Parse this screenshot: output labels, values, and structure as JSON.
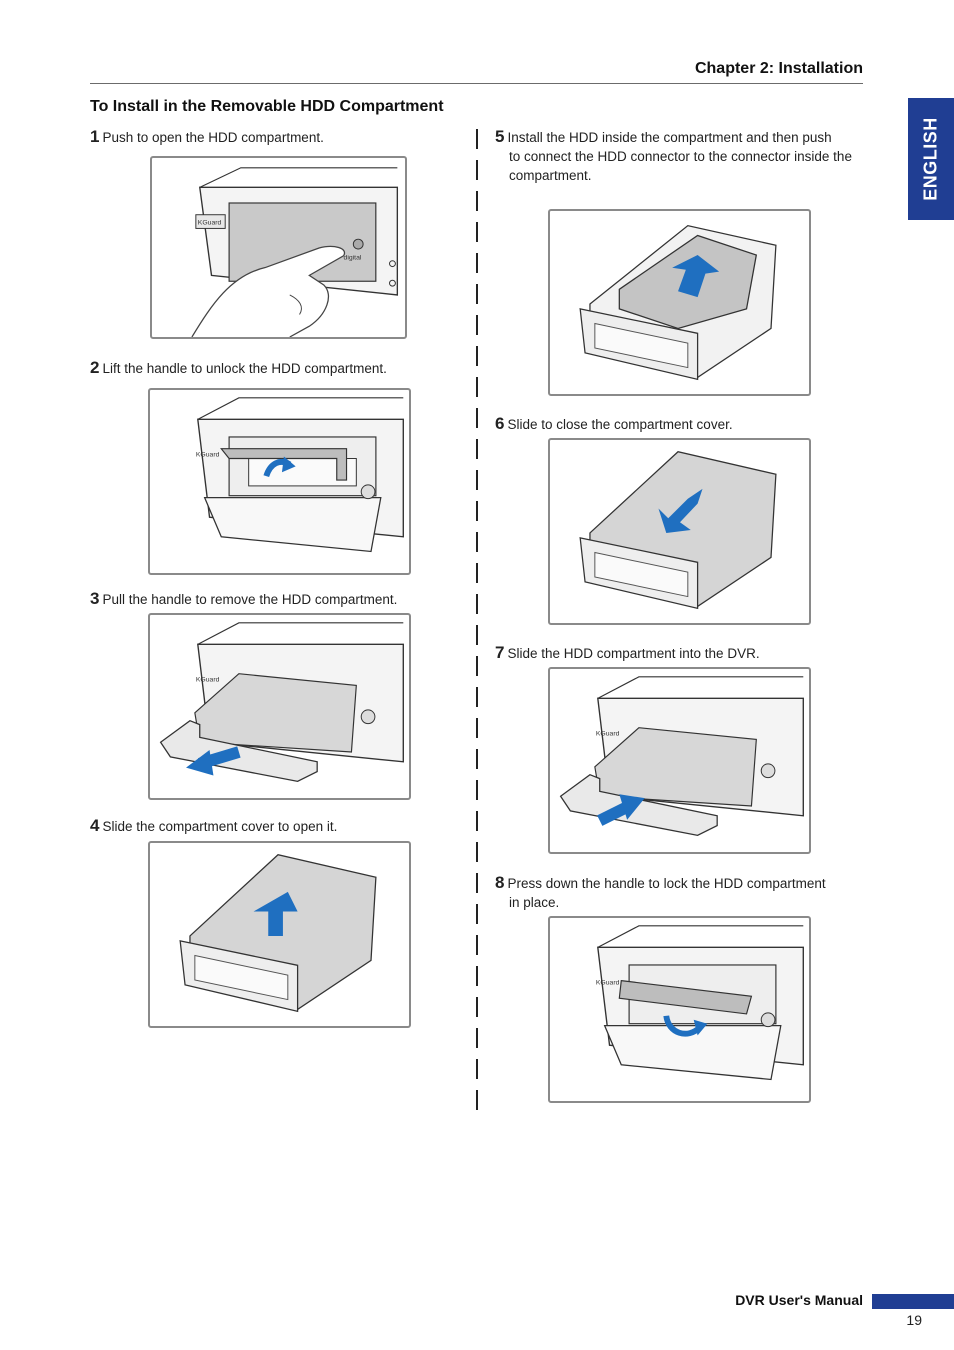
{
  "header": {
    "chapter": "Chapter 2: Installation"
  },
  "side_tab": {
    "label": "ENGLISH"
  },
  "section": {
    "title": "To Install in the Removable HDD Compartment"
  },
  "steps": [
    {
      "num": "1",
      "text": "Push to open the HDD compartment.",
      "cont": ""
    },
    {
      "num": "2",
      "text": "Lift the handle to unlock the HDD compartment.",
      "cont": ""
    },
    {
      "num": "3",
      "text": "Pull the handle to remove the HDD compartment.",
      "cont": ""
    },
    {
      "num": "4",
      "text": "Slide the compartment cover to open it.",
      "cont": ""
    },
    {
      "num": "5",
      "text": "Install the HDD inside the compartment and then push",
      "cont": "to connect the HDD connector to the connector inside the compartment."
    },
    {
      "num": "6",
      "text": "Slide to close the compartment cover.",
      "cont": ""
    },
    {
      "num": "7",
      "text": "Slide the HDD compartment into the DVR.",
      "cont": ""
    },
    {
      "num": "8",
      "text": "Press down the handle to lock the HDD compartment",
      "cont": "in place."
    }
  ],
  "illustration": {
    "brand_label": "KGuard",
    "panel_label": "digital"
  },
  "footer": {
    "manual_title": "DVR User's Manual",
    "page_number": "19"
  },
  "colors": {
    "accent": "#203e93",
    "arrow": "#1f6fc0",
    "frame": "#8a8a8a"
  }
}
